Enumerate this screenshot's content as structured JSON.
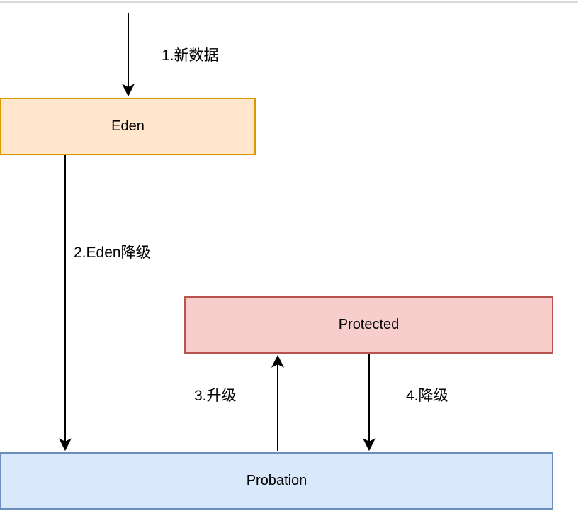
{
  "diagram": {
    "title": "cache-regions-flow",
    "nodes": [
      {
        "id": "eden",
        "label": "Eden",
        "fill": "#FFE6CC",
        "stroke": "#D79B00"
      },
      {
        "id": "protected",
        "label": "Protected",
        "fill": "#F8CECC",
        "stroke": "#B85450"
      },
      {
        "id": "probation",
        "label": "Probation",
        "fill": "#DAE8FC",
        "stroke": "#6C8EBF"
      }
    ],
    "edges": [
      {
        "id": "new-data",
        "label": "1.新数据",
        "from": "outside",
        "to": "eden"
      },
      {
        "id": "eden-demote",
        "label": "2.Eden降级",
        "from": "eden",
        "to": "probation"
      },
      {
        "id": "promote",
        "label": "3.升级",
        "from": "probation",
        "to": "protected"
      },
      {
        "id": "demote",
        "label": "4.降级",
        "from": "protected",
        "to": "probation"
      }
    ],
    "colors": {
      "arrow": "#000000",
      "top_rule": "#d9d9d9",
      "background": "#ffffff"
    }
  }
}
